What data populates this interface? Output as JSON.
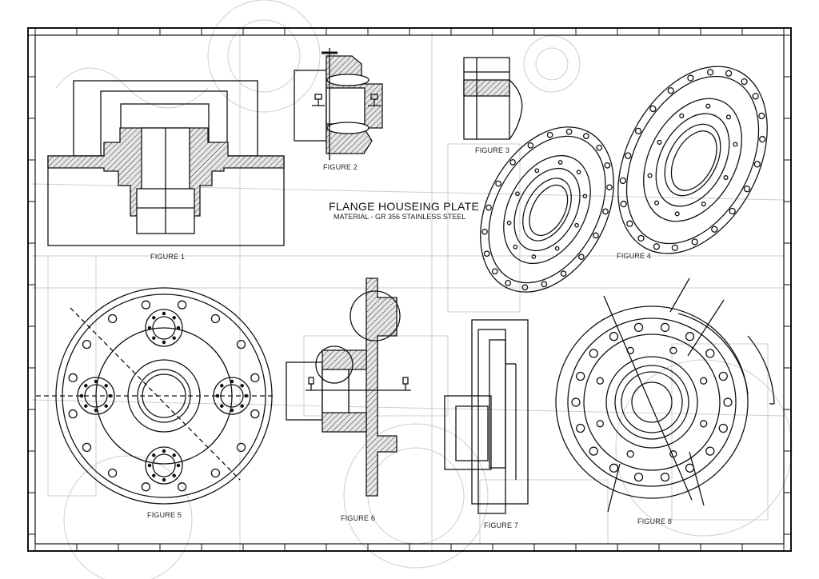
{
  "drawing": {
    "title": "FLANGE HOUSEING PLATE",
    "material": "MATERIAL - GR 356 STAINLESS STEEL"
  },
  "figures": [
    {
      "id": 1,
      "label": "FIGURE 1"
    },
    {
      "id": 2,
      "label": "FIGURE 2"
    },
    {
      "id": 3,
      "label": "FIGURE 3"
    },
    {
      "id": 4,
      "label": "FIGURE 4"
    },
    {
      "id": 5,
      "label": "FIGURE 5"
    },
    {
      "id": 6,
      "label": "FIGURE 6"
    },
    {
      "id": 7,
      "label": "FIGURE 7"
    },
    {
      "id": 8,
      "label": "FIGURE 8"
    }
  ],
  "colors": {
    "line": "#111111",
    "background_sketch": "#c8c8c8",
    "hatch": "#333333"
  }
}
